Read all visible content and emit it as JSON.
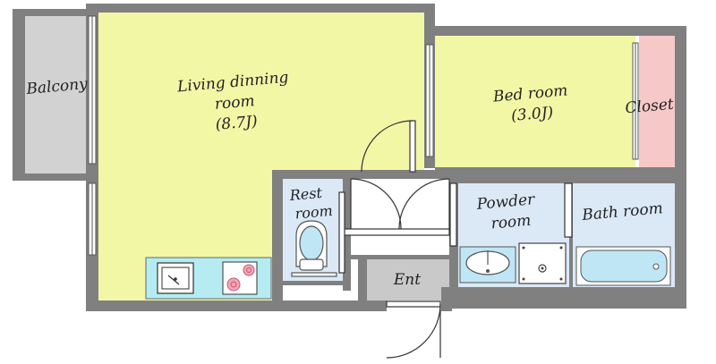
{
  "floorplan": {
    "rooms": {
      "balcony": {
        "label": "Balcony"
      },
      "living": {
        "label_line1": "Living  dinning",
        "label_line2": "room",
        "label_line3": "(8.7J)"
      },
      "bedroom": {
        "label_line1": "Bed room",
        "label_line2": "(3.0J)"
      },
      "closet": {
        "label": "Closet"
      },
      "restroom": {
        "label_line1": "Rest",
        "label_line2": "room"
      },
      "powder": {
        "label_line1": "Powder",
        "label_line2": "room"
      },
      "bath": {
        "label": "Bath room"
      },
      "entrance": {
        "label": "Ent"
      }
    },
    "colors": {
      "wall": "#808080",
      "living_floor": "#f2f7a6",
      "balcony_floor": "#d2d2d2",
      "closet_floor": "#f7c8c8",
      "wet_area_floor": "#dbe9f6",
      "hall_floor": "#ffffff",
      "entrance_floor": "#c9c9c9",
      "fixture_fill": "#bfe6f5",
      "kitchen_counter": "#b5ecf2"
    }
  }
}
